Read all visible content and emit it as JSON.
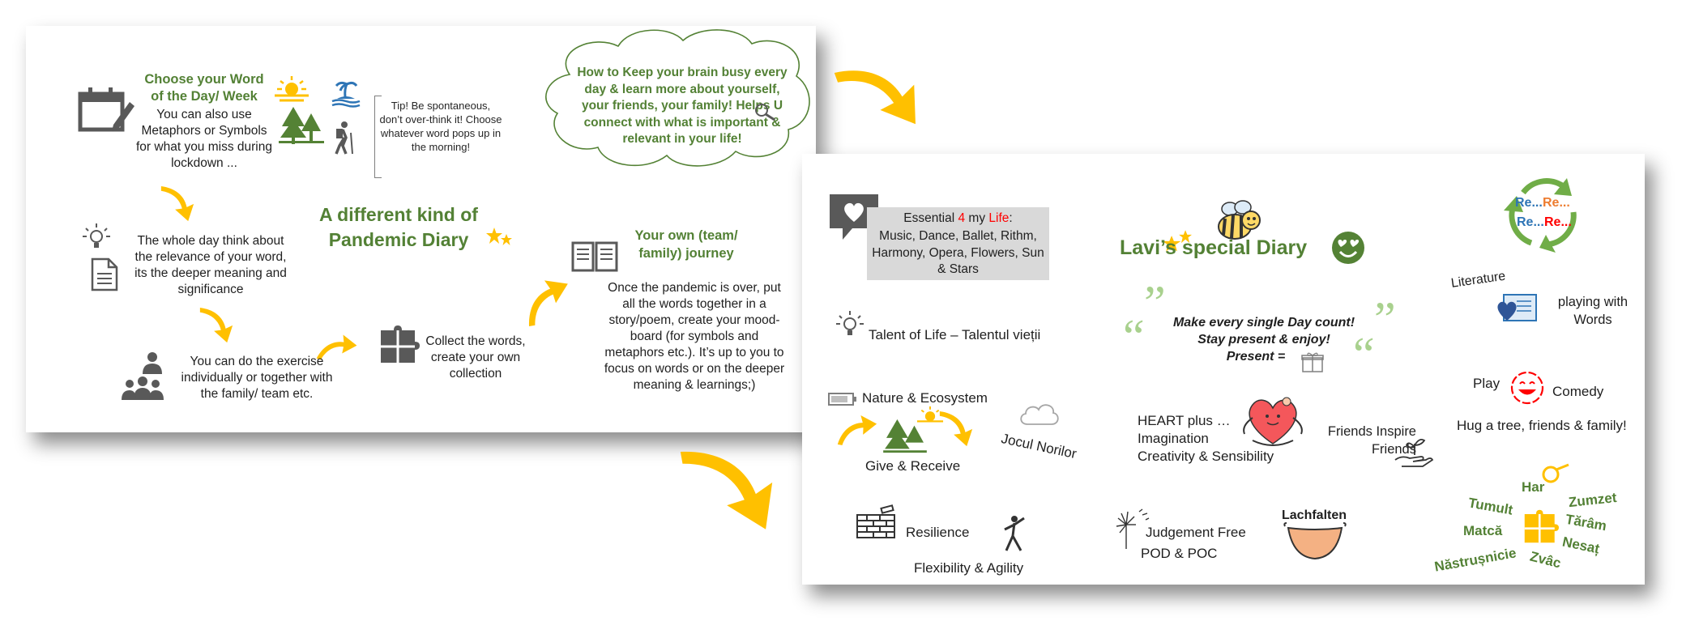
{
  "left": {
    "choose_title": "Choose your Word of the Day/ Week",
    "choose_body": "You can also use Metaphors or Symbols for what you miss during lockdown ...",
    "tip": "Tip! Be spontaneous, don’t over-think it! Choose whatever word pops up in the morning!",
    "cloud_text": "How to Keep your brain busy every day & learn more about yourself, your friends, your family! Helps U connect with what is important & relevant in your life!",
    "main_title": "A different kind of Pandemic Diary",
    "whole_day": "The whole day think about the relevance of your word, its the deeper meaning and significance",
    "exercise": "You can do the exercise individually or together with the family/ team etc.",
    "collect": "Collect the words, create your own collection",
    "journey_title": "Your own (team/ family) journey",
    "journey_body": "Once the pandemic is over, put all the words together in a story/poem, create your mood-board (for symbols and metaphors etc.). It’s up to you to focus on words or on the deeper meaning & learnings;)"
  },
  "right": {
    "essential_pre": "Essential ",
    "essential_4": "4",
    "essential_my": " my ",
    "essential_life": "Life",
    "essential_colon": ":",
    "essential_list": "Music, Dance, Ballet, Rithm, Harmony, Opera, Flowers, Sun & Stars",
    "lavi_title": "Lavi’s special Diary",
    "re1": "Re...",
    "re2": "Re...",
    "re3": "Re...",
    "re4": "Re...",
    "talent": "Talent of Life – Talentul vieții",
    "quote_1": "Make every single Day count!",
    "quote_2": "Stay present & enjoy!",
    "quote_3": "Present =",
    "literature": "Literature",
    "playing_words": "playing with Words",
    "nature": "Nature & Ecosystem",
    "give_receive": "Give & Receive",
    "jocul": "Jocul Norilor",
    "heart_plus": "HEART plus …",
    "imagination": "Imagination",
    "creativity": "Creativity & Sensibility",
    "friends": "Friends Inspire Friends",
    "play": "Play",
    "comedy": "Comedy",
    "hug": "Hug a tree, friends & family!",
    "resilience": "Resilience",
    "flexibility": "Flexibility & Agility",
    "judgement": "Judgement Free",
    "pod": "POD & POC",
    "lachfalten": "Lachfalten",
    "words": [
      "Har",
      "Zumzet",
      "Tumult",
      "Tărâm",
      "Matcă",
      "Nesaț",
      "Năstrușnicie",
      "Zvâc"
    ]
  },
  "colors": {
    "green": "#538135",
    "arrow": "#FFC000",
    "red": "#FF0000",
    "orange": "#ED7D31",
    "blue": "#2E75B6"
  },
  "icons": [
    "calendar-pencil-icon",
    "sun-icon",
    "palm-island-icon",
    "trees-icon",
    "hiker-icon",
    "lightbulb-icon",
    "document-icon",
    "person-icon",
    "group-icon",
    "puzzle-icon",
    "book-icon",
    "magnifier-icon",
    "stars-icon",
    "heart-speech-icon",
    "bee-icon",
    "smiley-hearts-icon",
    "recycle-icon",
    "battery-icon",
    "cloud-icon",
    "brick-wall-icon",
    "yoga-icon",
    "dandelion-icon",
    "smile-mouth-icon",
    "heart-meditation-icon",
    "hand-plant-icon",
    "laughing-face-icon",
    "quote-marks-icon",
    "gift-icon"
  ]
}
